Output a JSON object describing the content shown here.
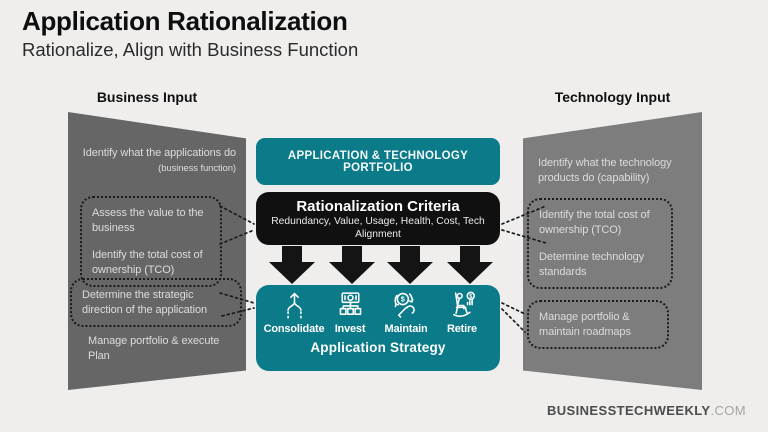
{
  "page": {
    "title": "Application Rationalization",
    "subtitle": "Rationalize, Align with Business Function"
  },
  "colors": {
    "teal": "#0b7a89",
    "panel_left_gray": "#666666",
    "panel_right_gray": "#7d7d7d",
    "arrow_black": "#141414",
    "background": "#efeeed",
    "dotted_border": "#1b1b1b"
  },
  "left_panel": {
    "header": "Business Input",
    "items": [
      {
        "text": "Identify what the applications do",
        "note": "(business function)"
      },
      {
        "lines": [
          "Assess the value to the business",
          "Identify the total cost of ownership (TCO)"
        ]
      },
      {
        "lines": [
          "Determine the strategic direction of the application"
        ]
      },
      {
        "lines": [
          "Manage portfolio & execute Plan"
        ]
      }
    ]
  },
  "right_panel": {
    "header": "Technology Input",
    "items": [
      {
        "text": "Identify what the technology products do (capability)"
      },
      {
        "lines": [
          "Identify the total cost of ownership (TCO)",
          "Determine technology standards"
        ]
      },
      {
        "lines": [
          "Manage portfolio & maintain roadmaps"
        ]
      }
    ]
  },
  "center": {
    "portfolio_label": "APPLICATION & TECHNOLOGY PORTFOLIO",
    "criteria_title": "Rationalization Criteria",
    "criteria_subtitle": "Redundancy, Value, Usage, Health, Cost, Tech Alignment",
    "strategy_title": "Application Strategy",
    "strategies": [
      {
        "label": "Consolidate",
        "icon": "merge-arrows-icon"
      },
      {
        "label": "Invest",
        "icon": "banknote-orgchart-icon"
      },
      {
        "label": "Maintain",
        "icon": "coin-wrench-icon"
      },
      {
        "label": "Retire",
        "icon": "rocking-chair-icon"
      }
    ]
  },
  "footer": {
    "brand": "BUSINESSTECHWEEKLY",
    "domain": ".COM"
  }
}
